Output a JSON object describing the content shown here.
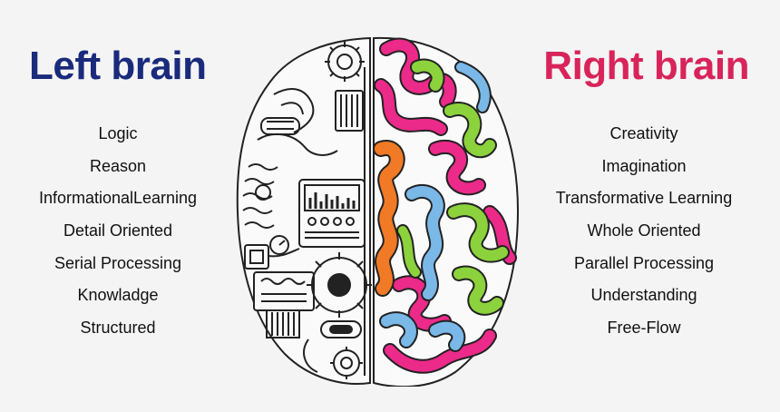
{
  "left": {
    "title": "Left brain",
    "color": "#1a2a7c",
    "items": [
      "Logic",
      "Reason",
      "InformationalLearning",
      "Detail Oriented",
      "Serial Processing",
      "Knowladge",
      "Structured"
    ]
  },
  "right": {
    "title": "Right brain",
    "color": "#d8245a",
    "items": [
      "Creativity",
      "Imagination",
      "Transformative Learning",
      "Whole Oriented",
      "Parallel Processing",
      "Understanding",
      "Free-Flow"
    ]
  },
  "brain_colors": {
    "outline": "#222222",
    "pink": "#ec2a8a",
    "orange": "#f07a25",
    "green": "#8cd23c",
    "blue": "#7ab8e8"
  }
}
